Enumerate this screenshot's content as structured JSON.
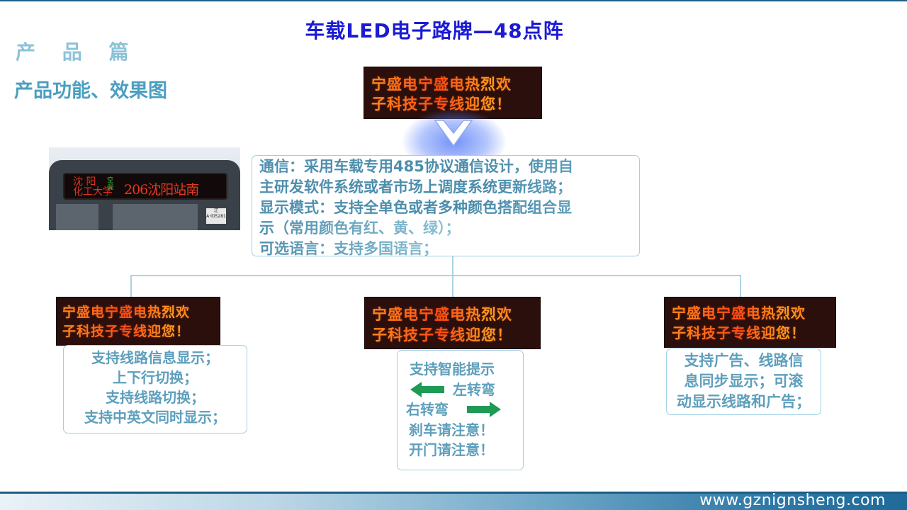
{
  "title": "车载LED电子路牌—48点阵",
  "section": "产 品 篇",
  "subtitle": "产品功能、效果图",
  "led_text": {
    "line1": "宁盛电宁盛电热烈欢",
    "line2": "子科技子专线迎您！"
  },
  "bus_sign": {
    "left": "沈 阳\n化工大学",
    "small": "空\n调",
    "route": "206沈阳站南",
    "plate": "辽A·ID5281"
  },
  "main_box": {
    "lines": [
      "通信：采用车载专用485协议通信设计，使用自",
      "主研发软件系统或者市场上调度系统更新线路；",
      "显示模式：支持全单色或者多种颜色搭配组合显",
      "示（常用颜色有红、黄、绿）；",
      "可选语言：支持多国语言；"
    ]
  },
  "left_box": {
    "lines": [
      "支持线路信息显示；",
      "上下行切换；",
      "支持线路切换；",
      "支持中英文同时显示；"
    ]
  },
  "mid_box": {
    "line1": "支持智能提示",
    "left_turn": "左转弯",
    "right_turn": "右转弯",
    "brake": "刹车请注意！",
    "door": "开门请注意！"
  },
  "right_box": {
    "lines": [
      "支持广告、线路信",
      "息同步显示；可滚",
      "动显示线路和广告；"
    ]
  },
  "footer_url": "www.gznignsheng.com",
  "colors": {
    "title": "#1b1bd4",
    "text": "#5e9fbc",
    "box_border": "#9fd0e4",
    "led_bg": "#2a0f0c",
    "arrow_green": "#1f9a55"
  }
}
